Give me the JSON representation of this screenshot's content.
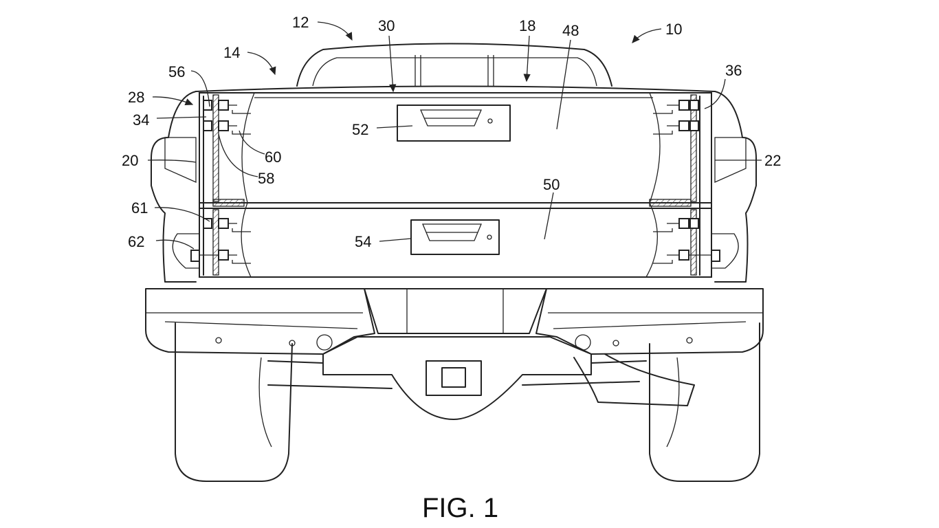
{
  "figure": {
    "caption": "FIG. 1",
    "labels": {
      "l10": "10",
      "l12": "12",
      "l14": "14",
      "l18": "18",
      "l20": "20",
      "l22": "22",
      "l28": "28",
      "l30": "30",
      "l34": "34",
      "l36": "36",
      "l48": "48",
      "l50": "50",
      "l52": "52",
      "l54": "54",
      "l56": "56",
      "l58": "58",
      "l60": "60",
      "l61": "61",
      "l62": "62"
    }
  }
}
